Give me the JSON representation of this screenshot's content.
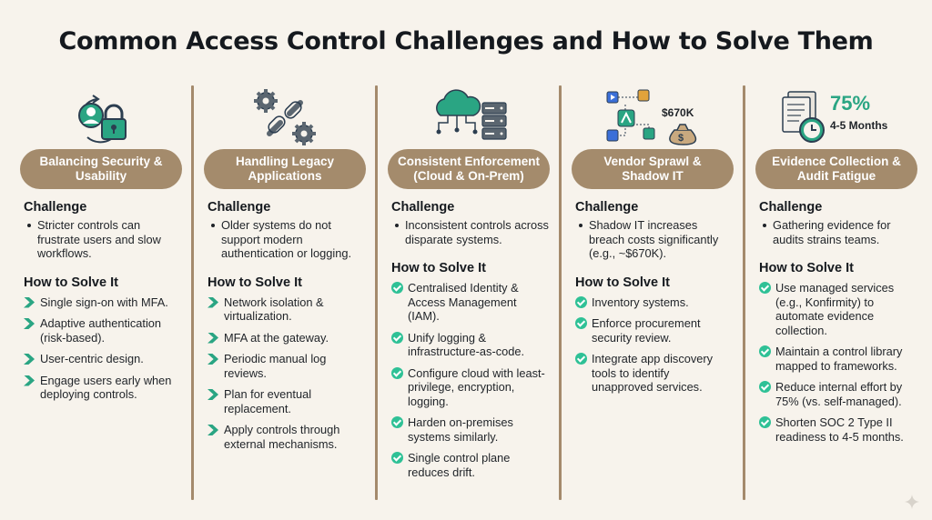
{
  "title": "Common Access Control Challenges and How to Solve Them",
  "accent_color": "#a48b6c",
  "check_color": "#2fc196",
  "columns": [
    {
      "icon": "user-lock-icon",
      "heading": "Balancing Security & Usability",
      "challenge_label": "Challenge",
      "challenge": "Stricter controls can frustrate users and slow workflows.",
      "solve_label": "How to Solve It",
      "marker": "chevron",
      "solutions": [
        "Single sign-on with MFA.",
        "Adaptive authentication (risk-based).",
        "User-centric design.",
        "Engage users early when deploying controls."
      ]
    },
    {
      "icon": "gears-chain-icon",
      "heading": "Handling Legacy Applications",
      "challenge_label": "Challenge",
      "challenge": "Older systems do not support modern authentication or logging.",
      "solve_label": "How to Solve It",
      "marker": "chevron",
      "solutions": [
        "Network isolation & virtualization.",
        "MFA at the gateway.",
        "Periodic manual log reviews.",
        "Plan for eventual replacement.",
        "Apply controls through external mechanisms."
      ]
    },
    {
      "icon": "cloud-server-icon",
      "heading": "Consistent Enforcement (Cloud & On-Prem)",
      "challenge_label": "Challenge",
      "challenge": "Inconsistent controls across disparate systems.",
      "solve_label": "How to Solve It",
      "marker": "check",
      "solutions": [
        "Centralised Identity & Access Management (IAM).",
        "Unify logging & infrastructure-as-code.",
        "Configure cloud with least-privilege, encryption, logging.",
        "Harden on-premises systems similarly.",
        "Single control plane reduces drift."
      ]
    },
    {
      "icon": "apps-moneybag-icon",
      "icon_text": "$670K",
      "heading": "Vendor Sprawl & Shadow IT",
      "challenge_label": "Challenge",
      "challenge": "Shadow IT increases breach costs significantly (e.g., ~$670K).",
      "solve_label": "How to Solve It",
      "marker": "check",
      "solutions": [
        "Inventory systems.",
        "Enforce procurement security review.",
        "Integrate app discovery tools to identify unapproved services."
      ]
    },
    {
      "icon": "documents-clock-icon",
      "icon_text": "75%",
      "icon_subtext": "4-5 Months",
      "heading": "Evidence Collection & Audit Fatigue",
      "challenge_label": "Challenge",
      "challenge": "Gathering evidence for audits strains teams.",
      "solve_label": "How to Solve It",
      "marker": "check",
      "solutions": [
        "Use managed services (e.g., Konfirmity) to automate evidence collection.",
        "Maintain a control library mapped to frameworks.",
        "Reduce internal effort by 75% (vs. self-managed).",
        "Shorten SOC 2 Type II readiness to 4-5 months."
      ]
    }
  ]
}
